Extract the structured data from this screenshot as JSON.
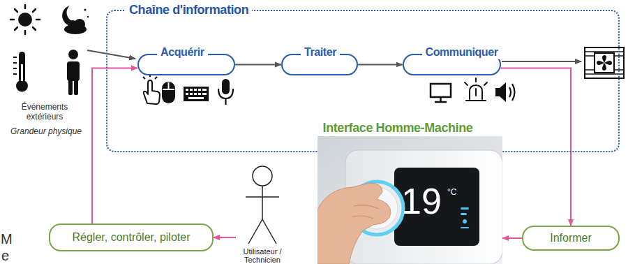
{
  "diagram": {
    "nodes": [
      {
        "text": [
          "Chaîne d'information"
        ]
      },
      {
        "text": [
          "Acquérir"
        ],
        "in": 0
      },
      {
        "text": [
          "Traiter"
        ],
        "in": 0
      },
      {
        "text": [
          "Communiquer"
        ],
        "in": 0
      },
      {
        "text": [
          "Interface Homme-Machine",
          "19",
          "°C"
        ]
      },
      {
        "text": [
          "Régler, contrôler, piloter"
        ]
      },
      {
        "text": [
          "Utilisateur / Technicien"
        ]
      },
      {
        "text": [
          "Informer"
        ]
      }
    ],
    "edges": [
      {
        "from": 1,
        "to": 2,
        "arrow": "to"
      },
      {
        "from": 2,
        "to": 3,
        "arrow": "to"
      },
      {
        "from": 3,
        "to": 7,
        "arrow": "to"
      },
      {
        "from": 7,
        "to": 4,
        "arrow": "to"
      },
      {
        "from": 6,
        "to": 5,
        "arrow": "to"
      },
      {
        "from": 5,
        "to": 1,
        "arrow": "to"
      }
    ],
    "labels": [
      "Événements extérieurs",
      "Grandeur physique",
      "M",
      "e"
    ]
  }
}
